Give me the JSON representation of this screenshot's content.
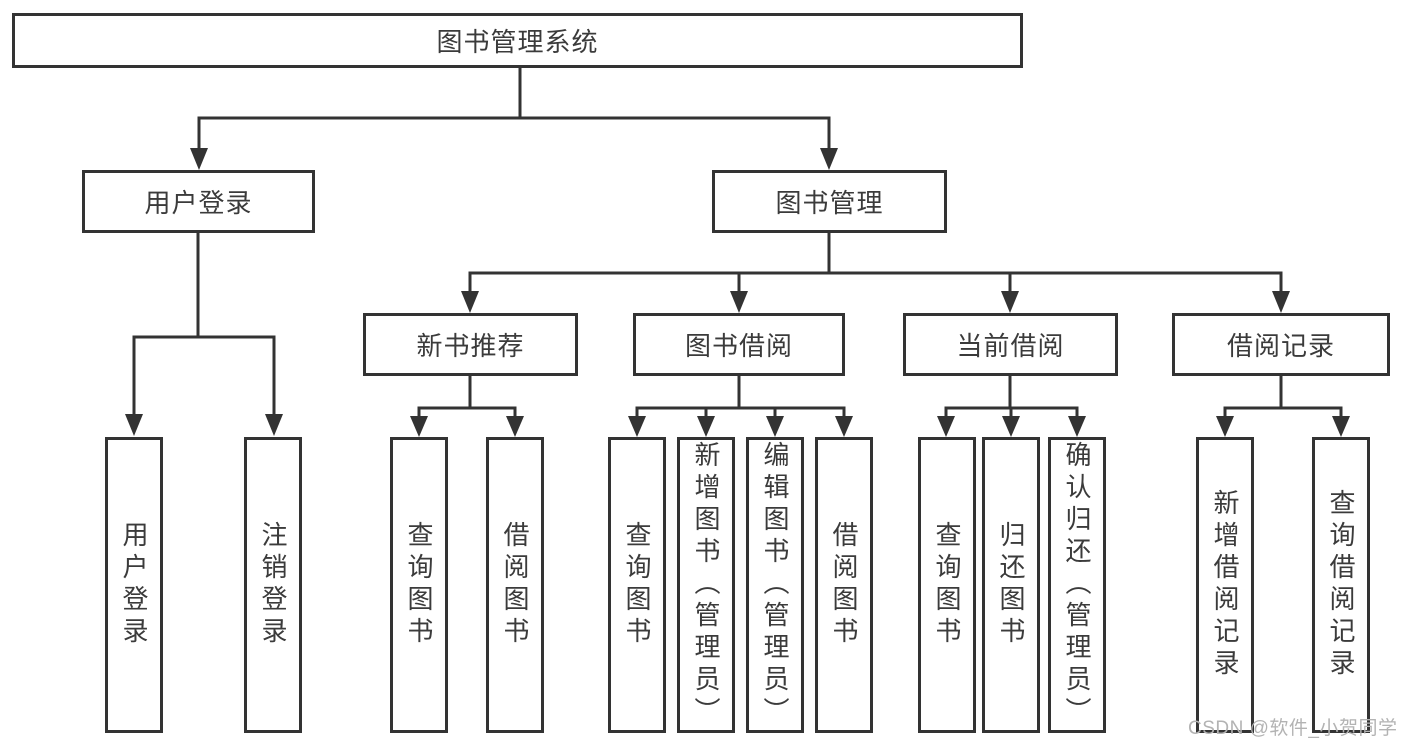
{
  "tree": {
    "label": "图书管理系统",
    "children": [
      {
        "label": "用户登录",
        "children": [
          {
            "label": "用户登录"
          },
          {
            "label": "注销登录"
          }
        ]
      },
      {
        "label": "图书管理",
        "children": [
          {
            "label": "新书推荐",
            "children": [
              {
                "label": "查询图书"
              },
              {
                "label": "借阅图书"
              }
            ]
          },
          {
            "label": "图书借阅",
            "children": [
              {
                "label": "查询图书"
              },
              {
                "label": "新增图书（管理员）"
              },
              {
                "label": "编辑图书（管理员）"
              },
              {
                "label": "借阅图书"
              }
            ]
          },
          {
            "label": "当前借阅",
            "children": [
              {
                "label": "查询图书"
              },
              {
                "label": "归还图书"
              },
              {
                "label": "确认归还（管理员）"
              }
            ]
          },
          {
            "label": "借阅记录",
            "children": [
              {
                "label": "新增借阅记录"
              },
              {
                "label": "查询借阅记录"
              }
            ]
          }
        ]
      }
    ]
  },
  "watermark": "CSDN @软件_小贺同学",
  "colors": {
    "line": "#333333",
    "text": "#3b3b3b",
    "background": "#ffffff",
    "watermark": "#b3b3b3"
  }
}
